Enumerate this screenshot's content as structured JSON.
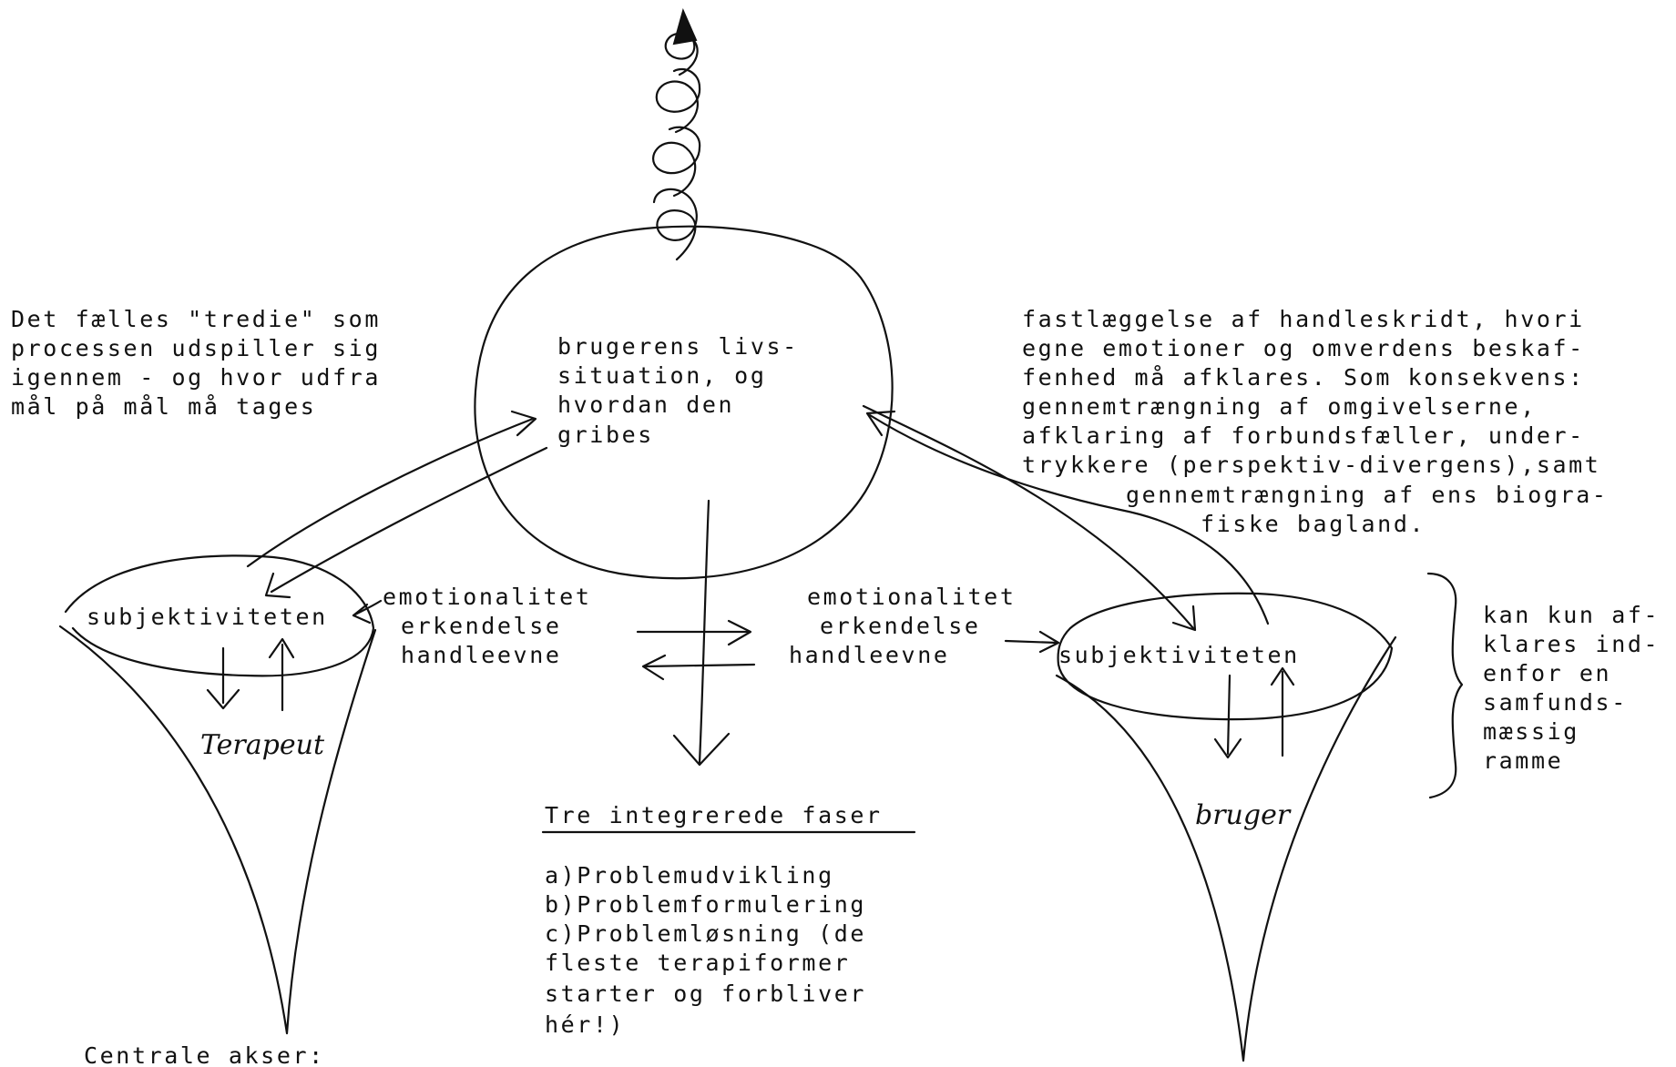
{
  "top_left_note": [
    "Det fælles \"tredie\" som",
    "processen udspiller sig",
    "igennem - og hvor udfra",
    "mål på mål må tages"
  ],
  "top_right_note": [
    "fastlæggelse af handleskridt, hvori",
    "egne emotioner og omverdens beskaf-",
    "fenhed må afklares. Som konsekvens:",
    "gennemtrængning af omgivelserne,",
    "afklaring af forbundsfæller, under-",
    "trykkere (perspektiv-divergens),samt",
    "gennemtrængning af ens biogra-",
    "fiske bagland."
  ],
  "center_circle_text": [
    "brugerens livs-",
    "situation, og",
    "hvordan den",
    "gribes"
  ],
  "left_cone": {
    "top_label": "subjektiviteten",
    "hand_label": "Terapeut"
  },
  "right_cone": {
    "top_label": "subjektiviteten",
    "hand_label": "bruger"
  },
  "left_qualities": [
    "emotionalitet",
    "erkendelse",
    "handleevne"
  ],
  "right_qualities": [
    "emotionalitet",
    "erkendelse",
    "handleevne"
  ],
  "brace_note": [
    "kan kun af-",
    "klares ind-",
    "enfor en",
    "samfunds-",
    "mæssig",
    "ramme"
  ],
  "phases": {
    "title": "Tre integrerede faser",
    "items": [
      "a)Problemudvikling",
      "b)Problemformulering",
      "c)Problemløsning (de",
      "fleste terapiformer",
      "starter og forbliver",
      "hér!)"
    ]
  },
  "bottom_note": "Centrale akser:"
}
